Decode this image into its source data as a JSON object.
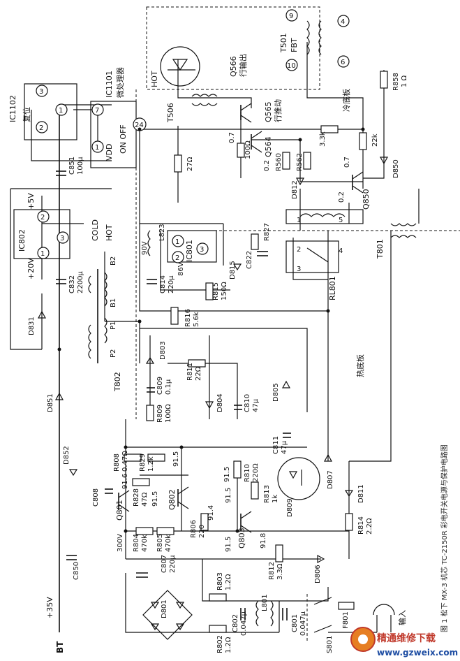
{
  "caption": "图 1  松下 MX-3 机芯 TC-2150R 彩电开关电源与保护电路图",
  "watermark": {
    "cn": "精通维修下载",
    "url": "www.gzweix.com"
  },
  "regions": {
    "cold": "冷底板",
    "hot": "热底板",
    "cold_tag": "COLD",
    "hot_tag": "HOT",
    "hot_box": "HOT"
  },
  "ics": {
    "ic1102": {
      "name": "IC1102",
      "desc": "复位",
      "pins": [
        "1",
        "2",
        "3"
      ]
    },
    "ic1101": {
      "name": "IC1101",
      "desc": "微处理器",
      "vdd": "VDD",
      "onoff": "ON OFF",
      "pins": [
        "1",
        "7",
        "24"
      ]
    },
    "ic802": {
      "name": "IC802",
      "pins": [
        "1",
        "2",
        "3"
      ]
    },
    "ic801": {
      "name": "IC801",
      "pins": [
        "1",
        "2",
        "3"
      ]
    }
  },
  "transformers": {
    "t501": {
      "name": "T501",
      "type": "FBT",
      "pins": [
        "9",
        "10",
        "4",
        "6"
      ]
    },
    "t506": "T506",
    "t801": "T801",
    "t802": {
      "name": "T802",
      "taps": [
        "P1",
        "P2",
        "B1",
        "B2"
      ]
    }
  },
  "transistors": {
    "q566": {
      "name": "Q566",
      "desc": "行输出"
    },
    "q565": {
      "name": "Q565",
      "desc": "行推动"
    },
    "q564": "Q564",
    "q850": "Q850",
    "q801": "Q801",
    "q802": "Q802",
    "q803": "Q803"
  },
  "relay": {
    "name": "RL801",
    "pins": [
      "1",
      "2",
      "3",
      "4",
      "5"
    ]
  },
  "resistors": [
    {
      "ref": "R858",
      "val": "1 Ω"
    },
    {
      "ref": "R560",
      "val": ""
    },
    {
      "ref": "R562",
      "val": "3.3k"
    },
    {
      "ref": "R",
      "val": "22k"
    },
    {
      "ref": "R",
      "val": "27Ω"
    },
    {
      "ref": "R",
      "val": "100Ω"
    },
    {
      "ref": "R827",
      "val": ""
    },
    {
      "ref": "R815",
      "val": "150Ω"
    },
    {
      "ref": "R816",
      "val": "5.6k"
    },
    {
      "ref": "R811",
      "val": "22Ω"
    },
    {
      "ref": "R809",
      "val": "100Ω"
    },
    {
      "ref": "R808",
      "val": "0.47Ω"
    },
    {
      "ref": "R829",
      "val": "1.2k"
    },
    {
      "ref": "R828",
      "val": "47Ω"
    },
    {
      "ref": "R810",
      "val": "220Ω"
    },
    {
      "ref": "R813",
      "val": "1k"
    },
    {
      "ref": "R804",
      "val": "470k"
    },
    {
      "ref": "R805",
      "val": "470k"
    },
    {
      "ref": "R806",
      "val": "220"
    },
    {
      "ref": "R814",
      "val": "2.2Ω"
    },
    {
      "ref": "R812",
      "val": "3.3Ω"
    },
    {
      "ref": "R803",
      "val": "1.2Ω"
    },
    {
      "ref": "R802",
      "val": "1.2Ω"
    }
  ],
  "capacitors": [
    {
      "ref": "C851",
      "val": "100μ"
    },
    {
      "ref": "C832",
      "val": "2200μ"
    },
    {
      "ref": "C822",
      "val": ""
    },
    {
      "ref": "C814",
      "val": "220μ"
    },
    {
      "ref": "C809",
      "val": "0.1μ"
    },
    {
      "ref": "C810",
      "val": "47μ"
    },
    {
      "ref": "C811",
      "val": "47μ"
    },
    {
      "ref": "C808",
      "val": ""
    },
    {
      "ref": "C807",
      "val": "220μ"
    },
    {
      "ref": "C850",
      "val": ""
    },
    {
      "ref": "C802",
      "val": "0.047μ"
    },
    {
      "ref": "C801",
      "val": "0.047μ"
    }
  ],
  "diodes": [
    "D850",
    "D812",
    "D815",
    "D831",
    "D851",
    "D852",
    "D803",
    "D804",
    "D805",
    "D807",
    "D809",
    "D811",
    "D806",
    "D801"
  ],
  "misc": {
    "l823": "L823",
    "l801": "L801",
    "f801": "F801",
    "s801": "S801",
    "input": "输入",
    "bt": "BT",
    "v35": "+35V"
  },
  "voltages": {
    "v20": "+20V",
    "v5": "+5V",
    "v90": "90V",
    "v86": "86V",
    "v300": "300V",
    "q564_07": "0.7",
    "q564_02": "0.2",
    "q850_07": "0.7",
    "q850_02": "0.2",
    "q801_916": "91.6",
    "q801_915": "91.5",
    "q802_914": "91.4",
    "q802_915": "91.5",
    "q803_915a": "91.5",
    "q803_915b": "91.5",
    "q803_918": "91.8",
    "r829_915": "91.5"
  }
}
